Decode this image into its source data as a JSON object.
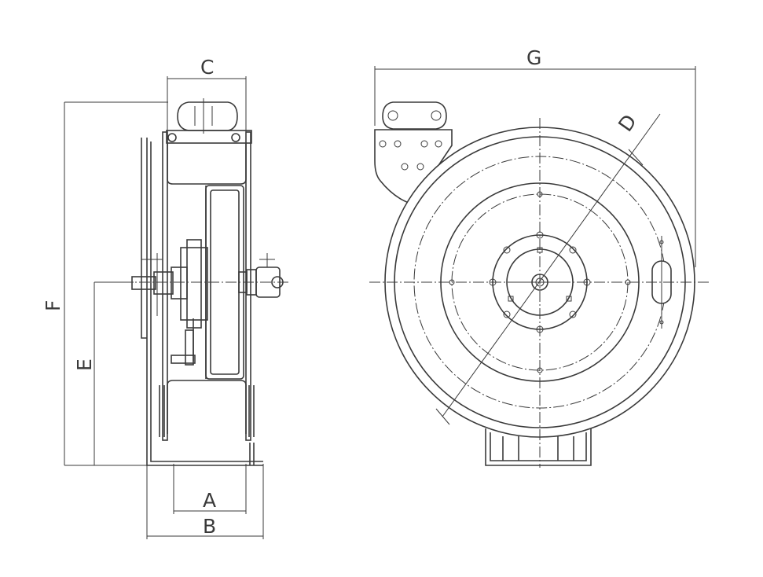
{
  "drawing": {
    "side_view": {
      "labels": {
        "A": "A",
        "B": "B",
        "C": "C",
        "E": "E",
        "F": "F"
      }
    },
    "front_view": {
      "labels": {
        "G": "G",
        "D": "D"
      }
    }
  }
}
